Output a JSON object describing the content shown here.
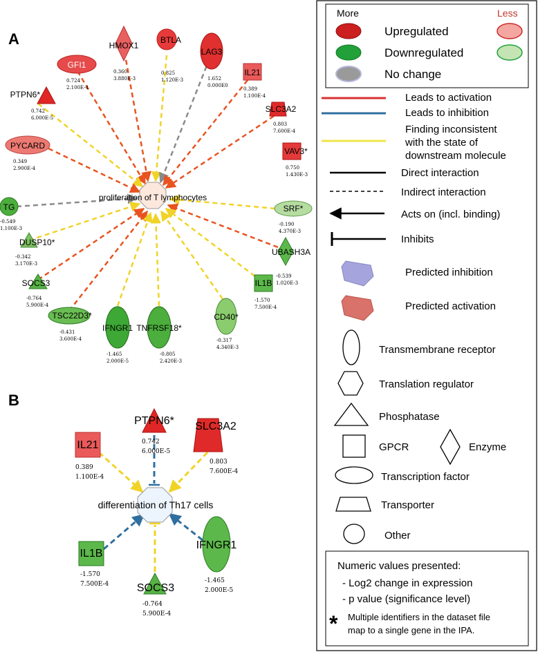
{
  "panelA": {
    "label": "A",
    "center": "proliferation of T lymphocytes",
    "nodes": [
      {
        "id": "hmox1",
        "name": "HMOX1",
        "v1": "0.360",
        "v2": "3.880E-3"
      },
      {
        "id": "btla",
        "name": "BTLA",
        "v1": "0.825",
        "v2": "1.120E-3"
      },
      {
        "id": "lag3",
        "name": "LAG3",
        "v1": "1.652",
        "v2": "0.000E0"
      },
      {
        "id": "gfi1",
        "name": "GFI1",
        "v1": "0.724",
        "v2": "2.100E-4"
      },
      {
        "id": "il21",
        "name": "IL21",
        "v1": "0.389",
        "v2": "1.100E-4"
      },
      {
        "id": "ptpn6",
        "name": "PTPN6*",
        "v1": "0.742",
        "v2": "6.000E-5"
      },
      {
        "id": "slc3a2",
        "name": "SLC3A2",
        "v1": "0.803",
        "v2": "7.600E-4"
      },
      {
        "id": "vav3",
        "name": "VAV3*",
        "v1": "0.750",
        "v2": "1.430E-3"
      },
      {
        "id": "pycard",
        "name": "PYCARD",
        "v1": "0.349",
        "v2": "2.900E-4"
      },
      {
        "id": "tg",
        "name": "TG",
        "v1": "-0.549",
        "v2": "1.100E-3"
      },
      {
        "id": "srf",
        "name": "SRF*",
        "v1": "-0.190",
        "v2": "4.370E-3"
      },
      {
        "id": "dusp10",
        "name": "DUSP10*",
        "v1": "-0.342",
        "v2": "3.170E-3"
      },
      {
        "id": "ubash3a",
        "name": "UBASH3A",
        "v1": "-0.539",
        "v2": "1.020E-3"
      },
      {
        "id": "socs3",
        "name": "SOCS3",
        "v1": "-0.764",
        "v2": "5.900E-4"
      },
      {
        "id": "il1b",
        "name": "IL1B",
        "v1": "-1.570",
        "v2": "7.500E-4"
      },
      {
        "id": "tsc22d3",
        "name": "TSC22D3*",
        "v1": "-0.431",
        "v2": "3.600E-4"
      },
      {
        "id": "ifngr1",
        "name": "IFNGR1",
        "v1": "-1.465",
        "v2": "2.000E-5"
      },
      {
        "id": "tnfrsf18",
        "name": "TNFRSF18*",
        "v1": "-0.805",
        "v2": "2.420E-3"
      },
      {
        "id": "cd40",
        "name": "CD40*",
        "v1": "-0.317",
        "v2": "4.340E-3"
      }
    ]
  },
  "panelB": {
    "label": "B",
    "center": "differentiation of Th17 cells",
    "nodes": [
      {
        "id": "il21",
        "name": "IL21",
        "v1": "0.389",
        "v2": "1.100E-4"
      },
      {
        "id": "ptpn6",
        "name": "PTPN6*",
        "v1": "0.742",
        "v2": "6.000E-5"
      },
      {
        "id": "slc3a2",
        "name": "SLC3A2",
        "v1": "0.803",
        "v2": "7.600E-4"
      },
      {
        "id": "il1b",
        "name": "IL1B",
        "v1": "-1.570",
        "v2": "7.500E-4"
      },
      {
        "id": "socs3",
        "name": "SOCS3",
        "v1": "-0.764",
        "v2": "5.900E-4"
      },
      {
        "id": "ifngr1",
        "name": "IFNGR1",
        "v1": "-1.465",
        "v2": "2.000E-5"
      }
    ]
  },
  "legend": {
    "more": "More",
    "less": "Less",
    "upregulated": "Upregulated",
    "downregulated": "Downregulated",
    "nochange": "No change",
    "activation": "Leads to activation",
    "inhibition": "Leads to inhibition",
    "inconsistent": [
      "Finding inconsistent",
      "with the state of",
      "downstream molecule"
    ],
    "direct": "Direct interaction",
    "indirect": "Indirect interaction",
    "acts": "Acts on (incl. binding)",
    "inhibits": "Inhibits",
    "pred_inhibition": "Predicted inhibition",
    "pred_activation": "Predicted activation",
    "transmembrane": "Transmembrane receptor",
    "translation": "Translation regulator",
    "phosphatase": "Phosphatase",
    "gpcr": "GPCR",
    "enzyme": "Enzyme",
    "tf": "Transcription factor",
    "transporter": "Transporter",
    "other": "Other",
    "numeric_title": "Numeric values presented:",
    "numeric_1": "- Log2 change in expression",
    "numeric_2": "- p value (significance level)",
    "asterisk": "*",
    "note": [
      "Multiple identifiers in the dataset file",
      "map to a single gene in the IPA."
    ]
  },
  "colors": {
    "up_dark": "#cc1f1f",
    "up_light": "#f4a7a0",
    "down_dark": "#22a03a",
    "down_light": "#b4dba0",
    "nochange": "#9a9a9a",
    "activation": "#e8531f",
    "inhibition": "#2f6f9f",
    "inconsistent": "#f0d327",
    "gray_edge": "#8a8a8a"
  }
}
